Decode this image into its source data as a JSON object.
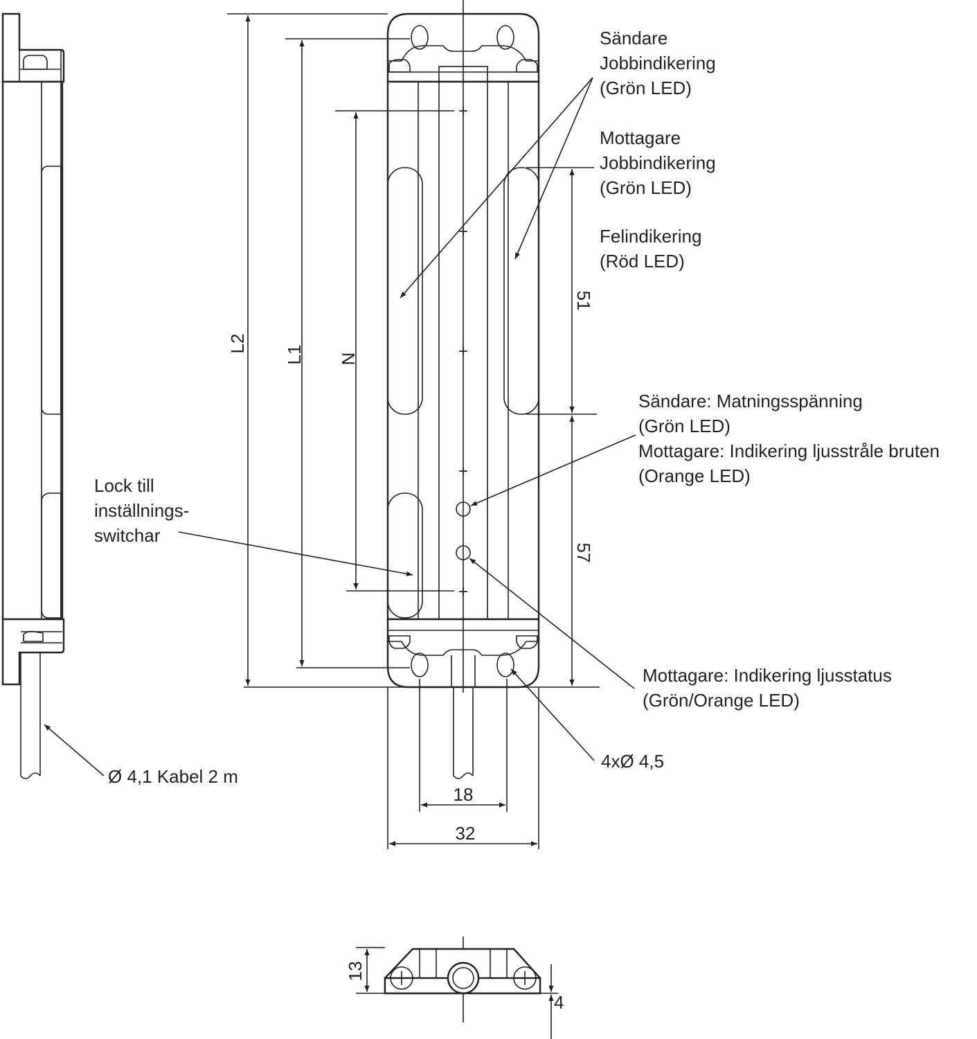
{
  "callouts": {
    "sender_job": [
      "Sändare",
      "Jobbindikering",
      "(Grön LED)"
    ],
    "receiver_job": [
      "Mottagare",
      "Jobbindikering",
      "(Grön LED)"
    ],
    "fault": [
      "Felindikering",
      "(Röd LED)"
    ],
    "supply": [
      "Sändare: Matningsspänning",
      "(Grön LED)",
      "Mottagare: Indikering ljusstråle bruten",
      "(Orange LED)"
    ],
    "light_status": [
      "Mottagare: Indikering ljusstatus",
      "(Grön/Orange LED)"
    ],
    "cover": [
      "Lock till",
      "inställnings-",
      "switchar"
    ],
    "cable": "Ø 4,1 Kabel 2 m",
    "holes": "4xØ 4,5"
  },
  "dimensions": {
    "L2": "L2",
    "L1": "L1",
    "N": "N",
    "d51": "51",
    "d57": "57",
    "d18": "18",
    "d32": "32",
    "d13": "13",
    "d4": "4"
  },
  "plus_marks": [
    "+",
    "+",
    "+",
    "+",
    "+"
  ]
}
